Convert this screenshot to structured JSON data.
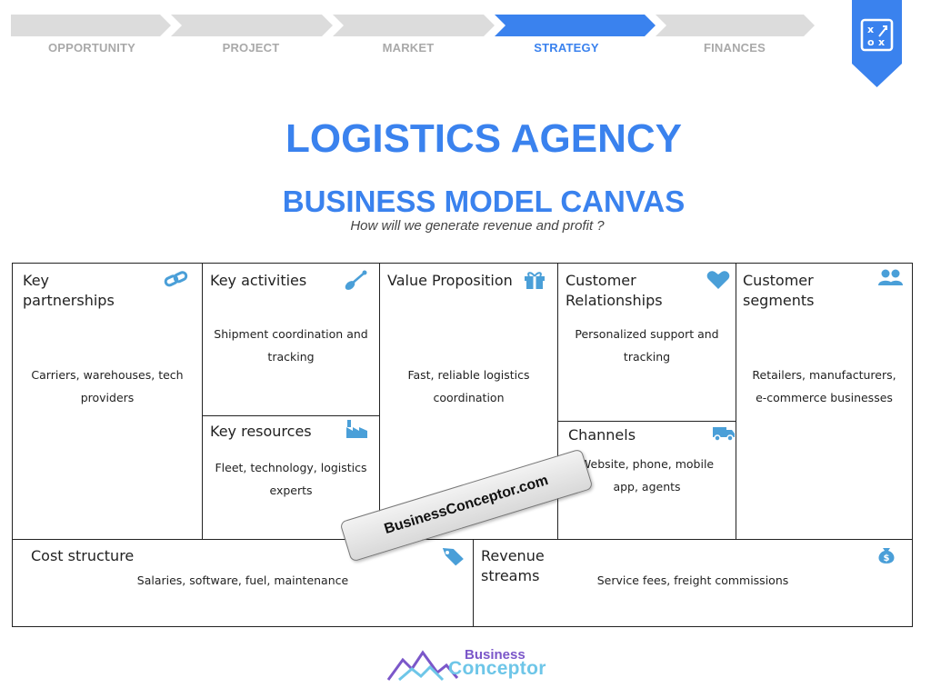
{
  "steps": [
    {
      "label": "OPPORTUNITY",
      "active": false
    },
    {
      "label": "PROJECT",
      "active": false
    },
    {
      "label": "MARKET",
      "active": false
    },
    {
      "label": "STRATEGY",
      "active": true
    },
    {
      "label": "FINANCES",
      "active": false
    }
  ],
  "title": "LOGISTICS AGENCY",
  "subtitle_heading": "BUSINESS MODEL CANVAS",
  "subtitle_question": "How will we generate revenue and profit ?",
  "canvas": {
    "key_partnerships": {
      "title": "Key partnerships",
      "text": "Carriers, warehouses, tech providers",
      "icon": "link-icon"
    },
    "key_activities": {
      "title": "Key activities",
      "text": "Shipment coordination and tracking",
      "icon": "shovel-icon"
    },
    "key_resources": {
      "title": "Key resources",
      "text": "Fleet, technology, logistics experts",
      "icon": "factory-icon"
    },
    "value_proposition": {
      "title": "Value Proposition",
      "text": "Fast, reliable logistics coordination",
      "icon": "gift-icon"
    },
    "customer_relationships": {
      "title": "Customer Relationships",
      "text": "Personalized support and tracking",
      "icon": "heart-icon"
    },
    "channels": {
      "title": "Channels",
      "text": "Website, phone, mobile app, agents",
      "icon": "truck-icon"
    },
    "customer_segments": {
      "title": "Customer segments",
      "text": "Retailers, manufacturers, e-commerce businesses",
      "icon": "people-icon"
    },
    "cost_structure": {
      "title": "Cost structure",
      "text": "Salaries, software, fuel, maintenance",
      "icon": "tag-icon"
    },
    "revenue_streams": {
      "title": "Revenue streams",
      "text": "Service fees, freight commissions",
      "icon": "money-bag-icon"
    }
  },
  "watermark": "BusinessConceptor.com",
  "logo": {
    "line1": "Business",
    "line2": "Conceptor"
  },
  "colors": {
    "accent": "#3a82ee",
    "inactive_step": "#dcdcdc",
    "inactive_label": "#a9a9a9",
    "icon": "#4a9fd8"
  }
}
